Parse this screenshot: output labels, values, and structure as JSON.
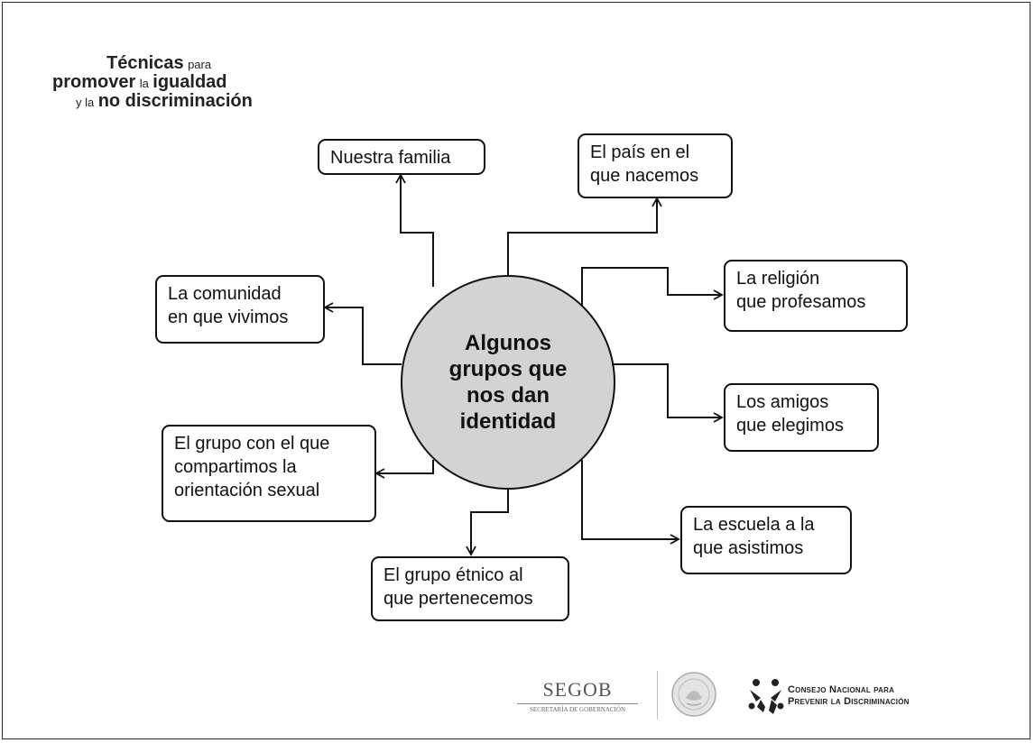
{
  "header": {
    "w1": "Técnicas",
    "w2": "para",
    "w3": "promover",
    "w4": "la",
    "w5": "igualdad",
    "w6": "y la",
    "w7": "no discriminación"
  },
  "diagram": {
    "center": "Algunos\ngrupos que\nnos dan\nidentidad",
    "nodes": [
      {
        "id": "familia",
        "label": "Nuestra familia"
      },
      {
        "id": "pais",
        "label": "El país en el\nque nacemos"
      },
      {
        "id": "religion",
        "label": "La religión\nque profesamos"
      },
      {
        "id": "amigos",
        "label": "Los amigos\nque elegimos"
      },
      {
        "id": "escuela",
        "label": "La escuela a la\nque asistimos"
      },
      {
        "id": "etnico",
        "label": "El grupo étnico al\nque pertenecemos"
      },
      {
        "id": "orientacion",
        "label": "El grupo con el que\ncompartimos la\norientación  sexual"
      },
      {
        "id": "comunidad",
        "label": "La comunidad\nen que vivimos"
      }
    ]
  },
  "footer": {
    "segob": "SEGOB",
    "segob_sub": "SECRETARÍA DE GOBERNACIÓN",
    "conapred_line1": "Consejo Nacional para",
    "conapred_line2": "Prevenir la Discriminación"
  },
  "colors": {
    "circle_fill": "#d3d3d3",
    "stroke": "#111111"
  }
}
